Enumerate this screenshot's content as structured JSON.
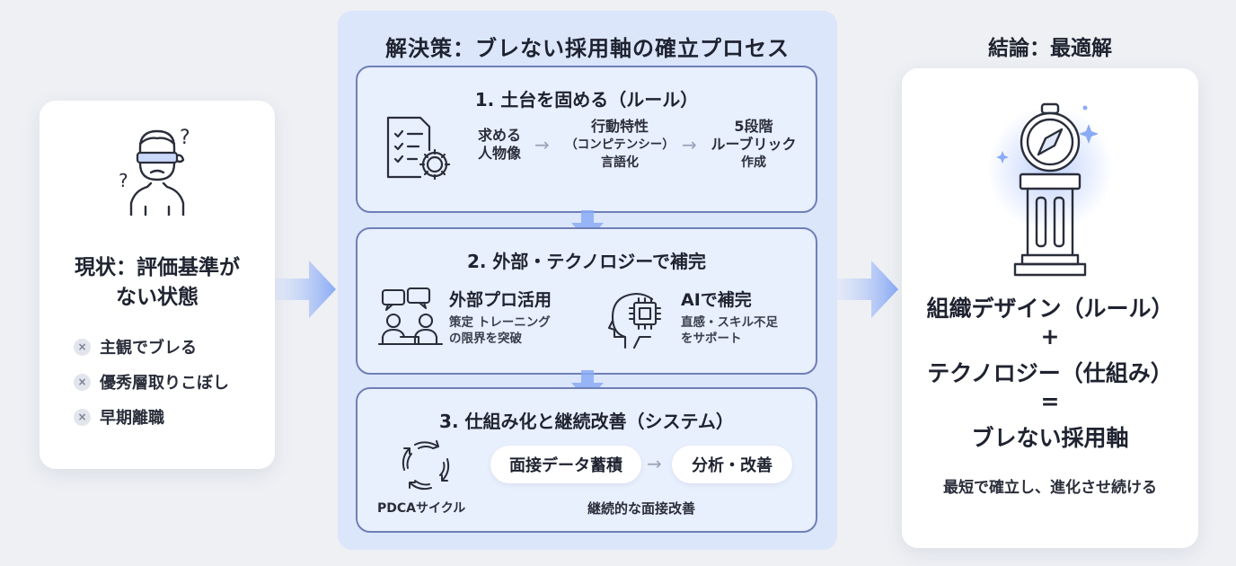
{
  "current_state": {
    "title_line1": "現状：評価基準が",
    "title_line2": "ない状態",
    "issues": [
      "主観でブレる",
      "優秀層取りこぼし",
      "早期離職"
    ],
    "issue_marker": "×",
    "illustration": "blindfolded-person-icon"
  },
  "solution": {
    "heading": "解決策：ブレない採用軸の確立プロセス",
    "step1": {
      "title": "1. 土台を固める（ルール）",
      "flow": [
        {
          "lines": [
            "求める",
            "人物像"
          ]
        },
        {
          "lines": [
            "行動特性",
            "（コンピテンシー）",
            "言語化"
          ]
        },
        {
          "lines": [
            "5段階",
            "ルーブリック",
            "作成"
          ]
        }
      ],
      "arrow": "→",
      "icon": "checklist-gear-icon"
    },
    "step2": {
      "title": "2. 外部・テクノロジーで補完",
      "external": {
        "title": "外部プロ活用",
        "desc_line1": "策定 トレーニング",
        "desc_line2": "の限界を突破",
        "icon": "consultation-icon"
      },
      "ai": {
        "title": "AIで補完",
        "desc_line1": "直感・スキル不足",
        "desc_line2": "をサポート",
        "icon": "ai-chip-head-icon"
      }
    },
    "step3": {
      "title": "3. 仕組み化と継続改善（システム）",
      "cycle_label": "PDCAサイクル",
      "pill1": "面接データ蓄積",
      "arrow": "→",
      "pill2": "分析・改善",
      "caption": "継続的な面接改善",
      "icon": "cycle-arrows-icon"
    }
  },
  "conclusion": {
    "heading": "結論：最適解",
    "line1": "組織デザイン（ルール）",
    "plus": "+",
    "line2": "テクノロジー（仕組み）",
    "equals": "=",
    "line3": "ブレない採用軸",
    "caption": "最短で確立し、進化させ続ける",
    "illustration": "compass-pillar-icon"
  },
  "colors": {
    "accent": "#8aaaf5",
    "panel": "#dbe6fb",
    "step_border": "#6f7fb6"
  }
}
